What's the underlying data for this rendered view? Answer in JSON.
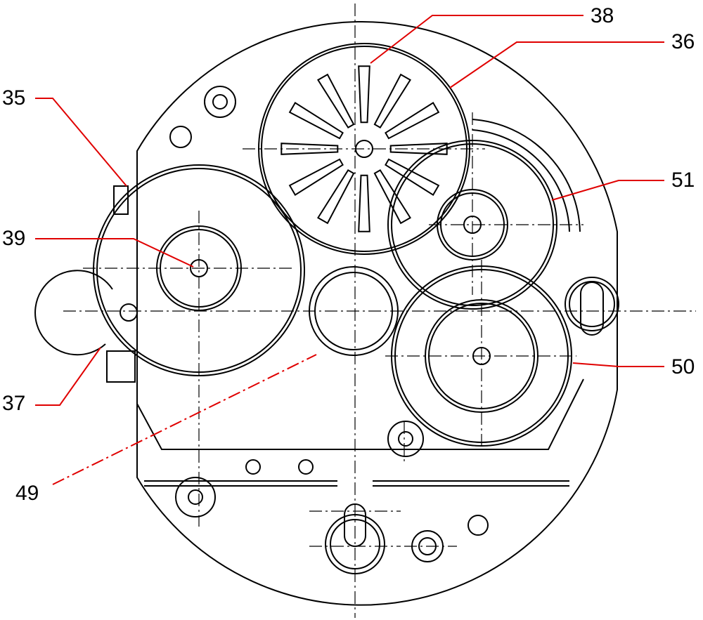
{
  "colors": {
    "linework": "#000000",
    "leader": "#e00000",
    "background": "#ffffff"
  },
  "callouts": [
    {
      "id": "35",
      "label": "35"
    },
    {
      "id": "36",
      "label": "36"
    },
    {
      "id": "37",
      "label": "37"
    },
    {
      "id": "38",
      "label": "38"
    },
    {
      "id": "39",
      "label": "39"
    },
    {
      "id": "49",
      "label": "49"
    },
    {
      "id": "50",
      "label": "50"
    },
    {
      "id": "51",
      "label": "51"
    }
  ]
}
